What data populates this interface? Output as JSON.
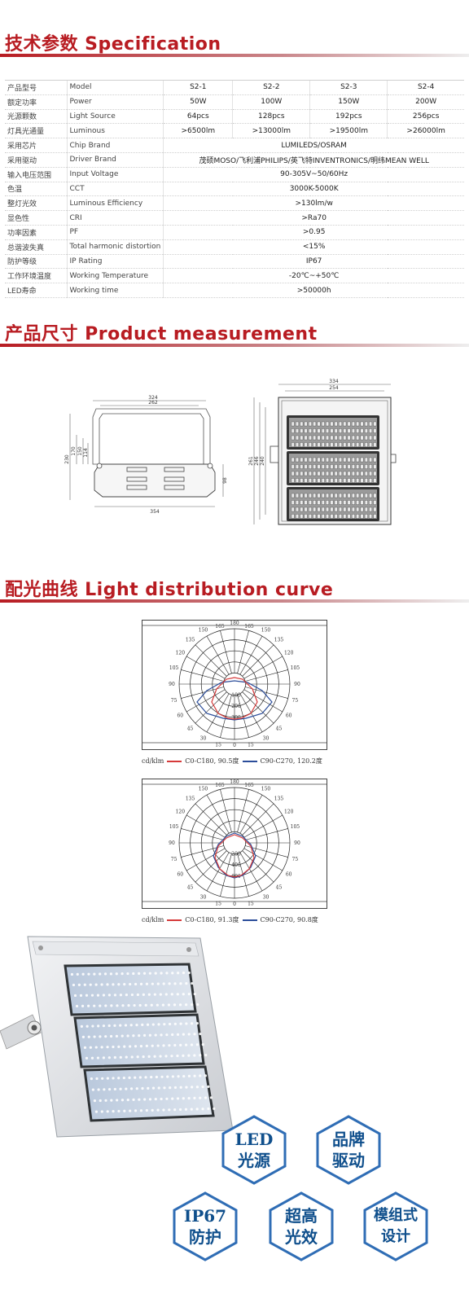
{
  "sections": {
    "spec_title": "技术参数 Specification",
    "measure_title": "产品尺寸 Product measurement",
    "curve_title": "配光曲线 Light distribution curve"
  },
  "spec_rows": [
    {
      "cn": "产品型号",
      "en": "Model",
      "values": [
        "S2-1",
        "S2-2",
        "S2-3",
        "S2-4"
      ]
    },
    {
      "cn": "额定功率",
      "en": "Power",
      "values": [
        "50W",
        "100W",
        "150W",
        "200W"
      ]
    },
    {
      "cn": "光源颗数",
      "en": "Light Source",
      "values": [
        "64pcs",
        "128pcs",
        "192pcs",
        "256pcs"
      ]
    },
    {
      "cn": "灯具光通量",
      "en": "Luminous",
      "values": [
        ">6500lm",
        ">13000lm",
        ">19500lm",
        ">26000lm"
      ]
    },
    {
      "cn": "采用芯片",
      "en": "Chip Brand",
      "values": [
        "LUMILEDS/OSRAM"
      ]
    },
    {
      "cn": "采用驱动",
      "en": "Driver Brand",
      "values": [
        "茂硕MOSO/飞利浦PHILIPS/英飞特INVENTRONICS/明纬MEAN WELL"
      ]
    },
    {
      "cn": "输入电压范围",
      "en": "Input Voltage",
      "values": [
        "90-305V~50/60Hz"
      ]
    },
    {
      "cn": "色温",
      "en": "CCT",
      "values": [
        "3000K-5000K"
      ]
    },
    {
      "cn": "整灯光效",
      "en": "Luminous Efficiency",
      "values": [
        ">130lm/w"
      ]
    },
    {
      "cn": "显色性",
      "en": "CRI",
      "values": [
        ">Ra70"
      ]
    },
    {
      "cn": "功率因素",
      "en": "PF",
      "values": [
        ">0.95"
      ]
    },
    {
      "cn": "总谐波失真",
      "en": "Total harmonic distortion",
      "values": [
        "<15%"
      ]
    },
    {
      "cn": "防护等级",
      "en": "IP Rating",
      "values": [
        "IP67"
      ]
    },
    {
      "cn": "工作环境温度",
      "en": "Working Temperature",
      "values": [
        "-20℃~+50℃"
      ]
    },
    {
      "cn": "LED寿命",
      "en": "Working time",
      "values": [
        ">50000h"
      ]
    }
  ],
  "dimensions": {
    "side": {
      "top_outer": "324",
      "top_inner": "262",
      "bottom": "354",
      "h1": "230",
      "h2": "170",
      "h3": "150",
      "h4": "114",
      "right": "98"
    },
    "front": {
      "top_outer": "334",
      "top_inner": "254",
      "h1": "261",
      "h2": "246",
      "h3": "240"
    }
  },
  "polar_labels": {
    "angles_top": [
      "165",
      "180",
      "165"
    ],
    "angles_left": [
      "150",
      "135",
      "120",
      "105",
      "90",
      "75",
      "60",
      "45",
      "30",
      "15"
    ],
    "angles_right": [
      "150",
      "135",
      "120",
      "105",
      "90",
      "75",
      "60",
      "45",
      "30",
      "15"
    ],
    "zero": "0"
  },
  "chart_data": [
    {
      "type": "polar",
      "legend_prefix": "cd/klm",
      "series": [
        {
          "name": "C0-C180, 90.5度",
          "color": "#d63a3a"
        },
        {
          "name": "C90-C270, 120.2度",
          "color": "#2b4d9a"
        }
      ],
      "radial_labels": [
        "100",
        "200",
        "300"
      ]
    },
    {
      "type": "polar",
      "legend_prefix": "cd/klm",
      "series": [
        {
          "name": "C0-C180, 91.3度",
          "color": "#d63a3a"
        },
        {
          "name": "C90-C270, 90.8度",
          "color": "#2b4d9a"
        }
      ],
      "radial_labels": [
        "200",
        "400",
        "600"
      ]
    }
  ],
  "badges": [
    {
      "line1": "LED",
      "line2": "光源"
    },
    {
      "line1": "品牌",
      "line2": "驱动"
    },
    {
      "line1": "IP67",
      "line2": "防护"
    },
    {
      "line1": "超高",
      "line2": "光效"
    },
    {
      "line1": "模组式",
      "line2": "设计"
    }
  ],
  "colors": {
    "accent": "#b81c22",
    "badge_blue": "#0f4f8c",
    "badge_border": "#2f6db5"
  }
}
